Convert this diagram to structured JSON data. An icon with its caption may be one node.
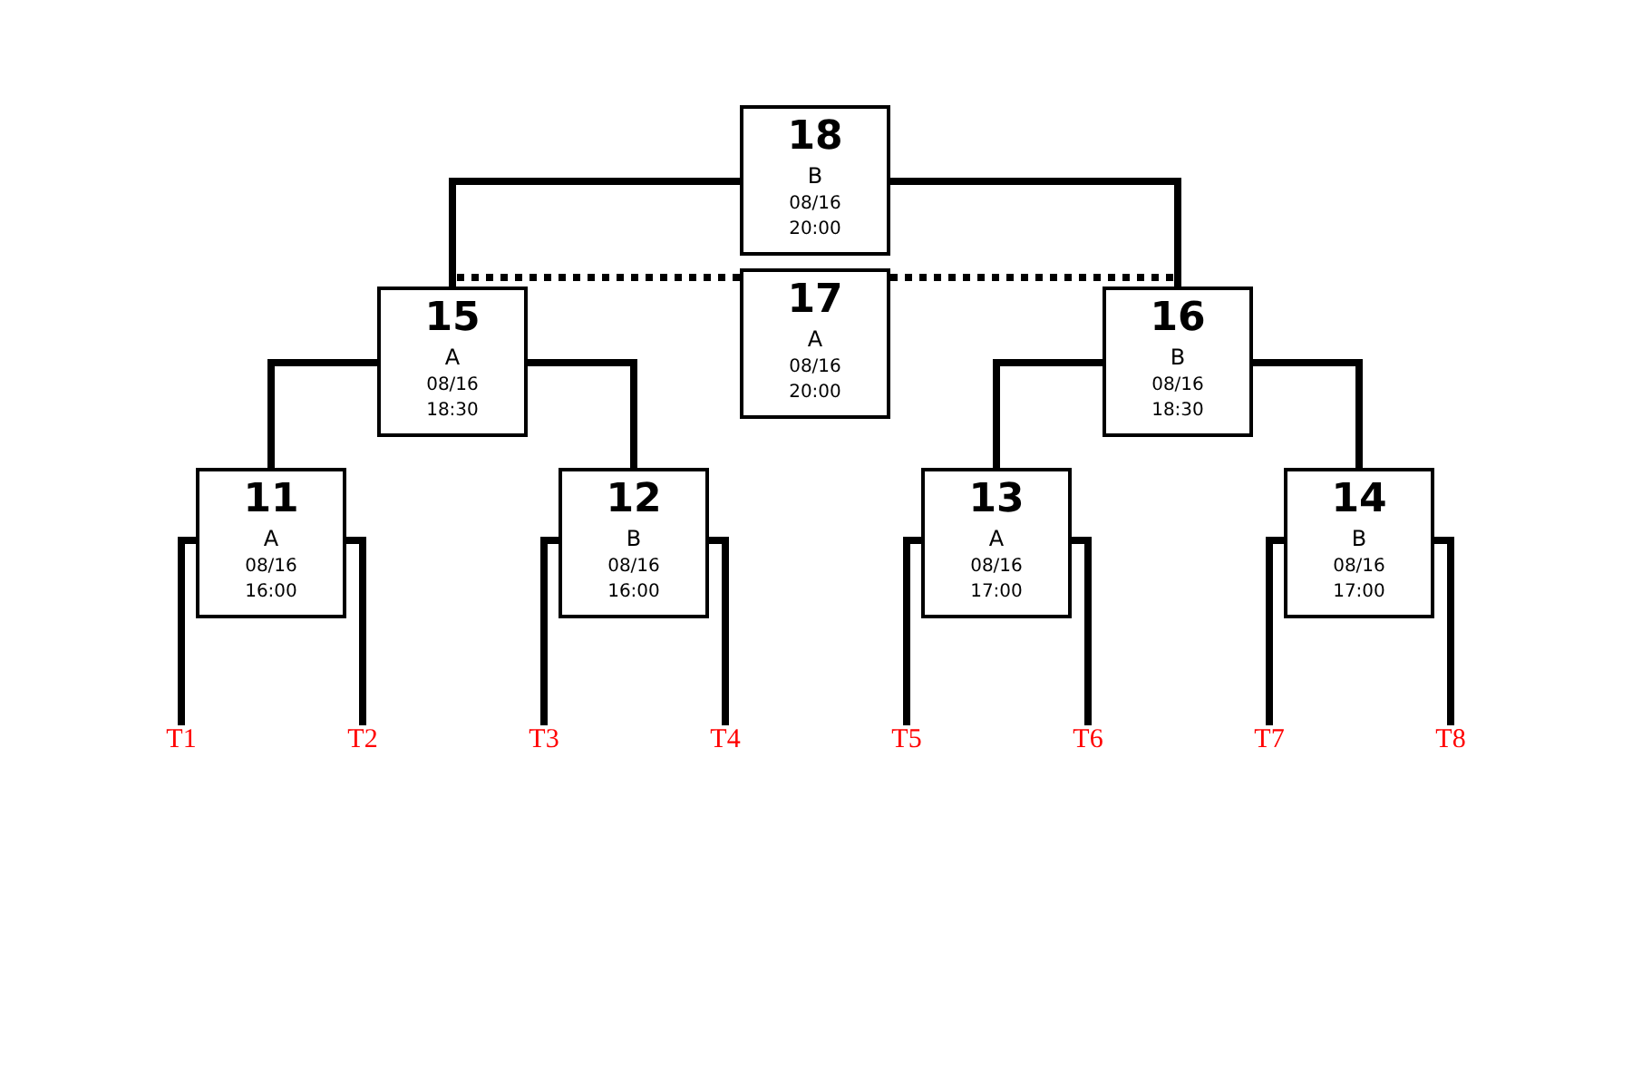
{
  "diagram": {
    "nodes": [
      {
        "text": [
          "18",
          "B",
          "08/16",
          "20:00"
        ]
      },
      {
        "text": [
          "17",
          "A",
          "08/16",
          "20:00"
        ]
      },
      {
        "text": [
          "15",
          "A",
          "08/16",
          "18:30"
        ]
      },
      {
        "text": [
          "16",
          "B",
          "08/16",
          "18:30"
        ]
      },
      {
        "text": [
          "11",
          "A",
          "08/16",
          "16:00"
        ]
      },
      {
        "text": [
          "12",
          "B",
          "08/16",
          "16:00"
        ]
      },
      {
        "text": [
          "13",
          "A",
          "08/16",
          "17:00"
        ]
      },
      {
        "text": [
          "14",
          "B",
          "08/16",
          "17:00"
        ]
      },
      {
        "text": [
          "T1"
        ]
      },
      {
        "text": [
          "T2"
        ]
      },
      {
        "text": [
          "T3"
        ]
      },
      {
        "text": [
          "T4"
        ]
      },
      {
        "text": [
          "T5"
        ]
      },
      {
        "text": [
          "T6"
        ]
      },
      {
        "text": [
          "T7"
        ]
      },
      {
        "text": [
          "T8"
        ]
      }
    ],
    "edges": [
      {
        "from": 0,
        "to": 2,
        "arrow": "none"
      },
      {
        "from": 0,
        "to": 3,
        "arrow": "none"
      },
      {
        "from": 1,
        "to": 2,
        "arrow": "none",
        "style": "dashed"
      },
      {
        "from": 1,
        "to": 3,
        "arrow": "none",
        "style": "dashed"
      },
      {
        "from": 2,
        "to": 4,
        "arrow": "none"
      },
      {
        "from": 2,
        "to": 5,
        "arrow": "none"
      },
      {
        "from": 3,
        "to": 6,
        "arrow": "none"
      },
      {
        "from": 3,
        "to": 7,
        "arrow": "none"
      },
      {
        "from": 4,
        "to": 8,
        "arrow": "none"
      },
      {
        "from": 4,
        "to": 9,
        "arrow": "none"
      },
      {
        "from": 5,
        "to": 10,
        "arrow": "none"
      },
      {
        "from": 5,
        "to": 11,
        "arrow": "none"
      },
      {
        "from": 6,
        "to": 12,
        "arrow": "none"
      },
      {
        "from": 6,
        "to": 13,
        "arrow": "none"
      },
      {
        "from": 7,
        "to": 14,
        "arrow": "none"
      },
      {
        "from": 7,
        "to": 15,
        "arrow": "none"
      }
    ]
  }
}
